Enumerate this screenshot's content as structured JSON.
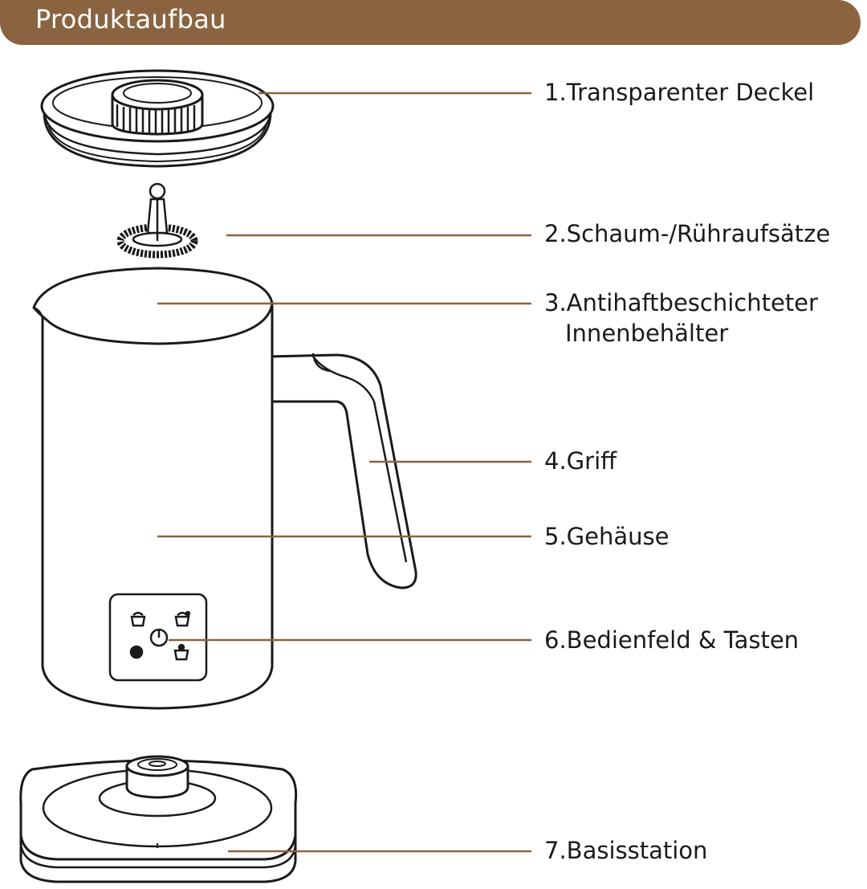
{
  "header": {
    "title": "Produktaufbau",
    "color": "#8a6440"
  },
  "colors": {
    "leader_line": "#8a6440",
    "outline": "#1a1a1a"
  },
  "parts": [
    {
      "id": "lid",
      "label": "1.Transparenter Deckel"
    },
    {
      "id": "whisk",
      "label": "2.Schaum-/Rühraufsätze"
    },
    {
      "id": "inner-container",
      "label": "3.Antihaftbeschichteter",
      "label_line2": "Innenbehälter"
    },
    {
      "id": "handle",
      "label": "4.Griff"
    },
    {
      "id": "housing",
      "label": "5.Gehäuse"
    },
    {
      "id": "control-panel",
      "label": "6.Bedienfeld & Tasten"
    },
    {
      "id": "base-station",
      "label": "7.Basisstation"
    }
  ]
}
